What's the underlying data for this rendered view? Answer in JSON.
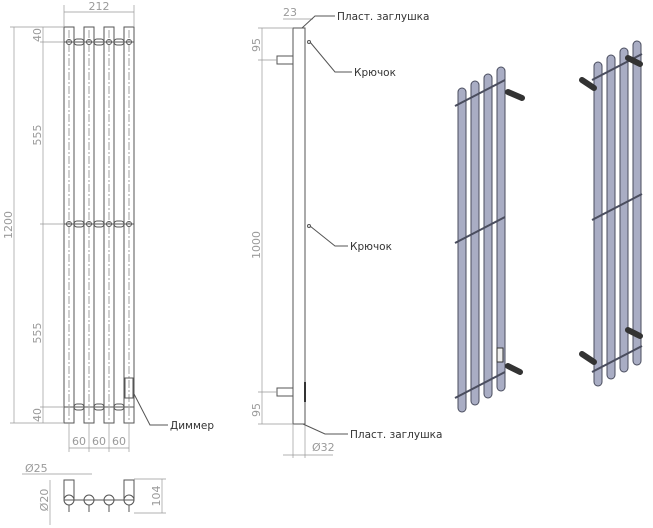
{
  "front_view": {
    "width_dim": "212",
    "height_dim": "1200",
    "top_offset_dim": "40",
    "upper_span_dim": "555",
    "lower_span_dim": "555",
    "bottom_offset_dim": "40",
    "spacing_dims": [
      "60",
      "60",
      "60"
    ],
    "dimmer_label": "Диммер"
  },
  "bottom_view": {
    "tube_diameter_dim": "Ø25",
    "crossbar_diameter_dim": "Ø20",
    "depth_dim": "104"
  },
  "side_view": {
    "offset_dim": "23",
    "top_bracket_dim": "95",
    "bracket_span_dim": "1000",
    "bottom_bracket_dim": "95",
    "pipe_diameter_dim": "Ø32",
    "top_cap_label": "Пласт. заглушка",
    "hook_label_top": "Крючок",
    "hook_label_middle": "Крючок",
    "bottom_cap_label": "Пласт. заглушка"
  },
  "colors": {
    "tube": "#a9adc4",
    "outline": "#4a4d5e"
  }
}
